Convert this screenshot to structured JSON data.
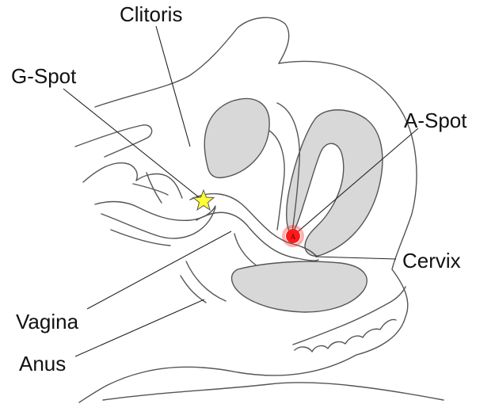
{
  "labels": {
    "clitoris": "Clitoris",
    "g_spot": "G-Spot",
    "a_spot": "A-Spot",
    "cervix": "Cervix",
    "vagina": "Vagina",
    "anus": "Anus"
  },
  "a_spot_marker_text": "A",
  "colors": {
    "g_spot_star": "#ffff33",
    "a_spot_dot": "#ff1a1a",
    "organ_shade": "#d8d8d8",
    "sketch_line": "#555555"
  },
  "icons": {
    "g_spot_marker": "star-icon",
    "a_spot_marker": "red-dot-icon"
  }
}
